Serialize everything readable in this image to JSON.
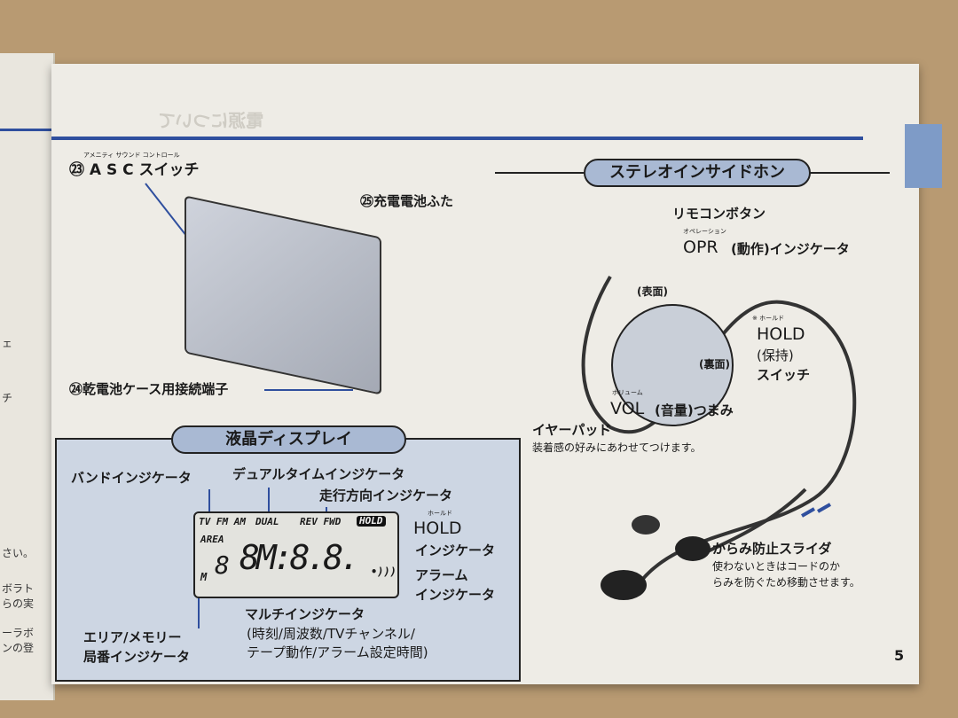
{
  "left_page": {
    "fragments": [
      "ェ",
      "チ",
      "さい。",
      "ボラト",
      "らの実",
      "ーラボ",
      "ンの登"
    ]
  },
  "page_number": "5",
  "ghost_header": "電源について",
  "device_section": {
    "asc_number": "㉓",
    "asc_ruby": "アメニティ サウンド コントロール",
    "asc_label": "A S C スイッチ",
    "battery_cover": "㉕充電電池ふた",
    "terminal": "㉔乾電池ケース用接続端子"
  },
  "lcd_section": {
    "title": "液晶ディスプレイ",
    "band_indicator": "バンドインジケータ",
    "dual_indicator": "デュアルタイムインジケータ",
    "direction_indicator": "走行方向インジケータ",
    "hold_ruby": "ホールド",
    "hold_label": "HOLD",
    "hold_label2": "インジケータ",
    "alarm_label": "アラーム",
    "alarm_label2": "インジケータ",
    "multi_label": "マルチインジケータ",
    "multi_desc1": "(時刻/周波数/TVチャンネル/",
    "multi_desc2": "テープ動作/アラーム設定時間)",
    "area_label1": "エリア/メモリー",
    "area_label2": "局番インジケータ",
    "lcd": {
      "band": "TV FM AM",
      "dual": "DUAL",
      "dir": "REV FWD",
      "hold": "HOLD",
      "area": "AREA",
      "mem": "M",
      "mem_digit": "8",
      "digits": "8M:8.8.",
      "alarm": "•)))"
    }
  },
  "earphone_section": {
    "title": "ステレオインサイドホン",
    "remote": "リモコンボタン",
    "opr_ruby": "オペレーション",
    "opr": "OPR",
    "opr_rest": "(動作)インジケータ",
    "front": "(表面)",
    "back": "(裏面)",
    "hold_ruby": "※ ホールド",
    "hold": "HOLD",
    "hold2": "(保持)",
    "hold3": "スイッチ",
    "vol_ruby": "ボリューム",
    "vol": "VOL",
    "vol_rest": "(音量)つまみ",
    "earpad": "イヤーパッド",
    "earpad_desc": "装着感の好みにあわせてつけます。",
    "slider": "からみ防止スライダ",
    "slider_desc1": "使わないときはコードのか",
    "slider_desc2": "らみを防ぐため移動させます。"
  }
}
